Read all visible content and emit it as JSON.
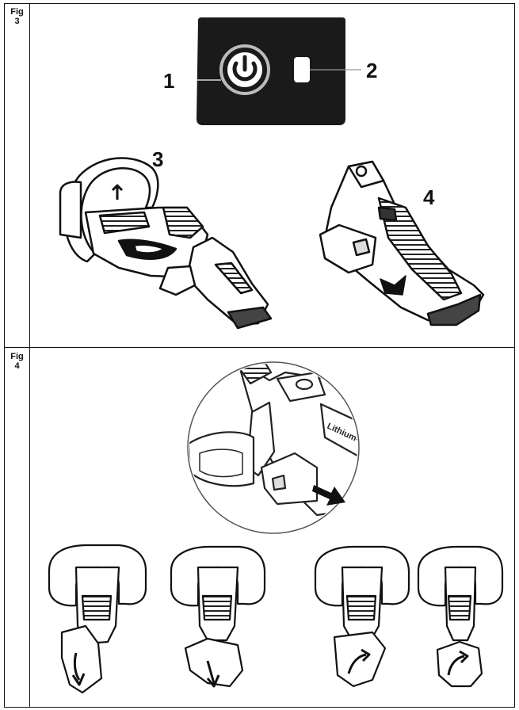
{
  "figures": [
    {
      "label_line1": "Fig",
      "label_line2": "3"
    },
    {
      "label_line1": "Fig",
      "label_line2": "4"
    }
  ],
  "fig3": {
    "callouts": [
      "1",
      "2",
      "3",
      "4"
    ],
    "panel_color": "#1a1a1a",
    "icons": [
      "power-icon",
      "battery-indicator-icon"
    ]
  },
  "fig4": {
    "badge_text": "Lithium-Ion"
  }
}
